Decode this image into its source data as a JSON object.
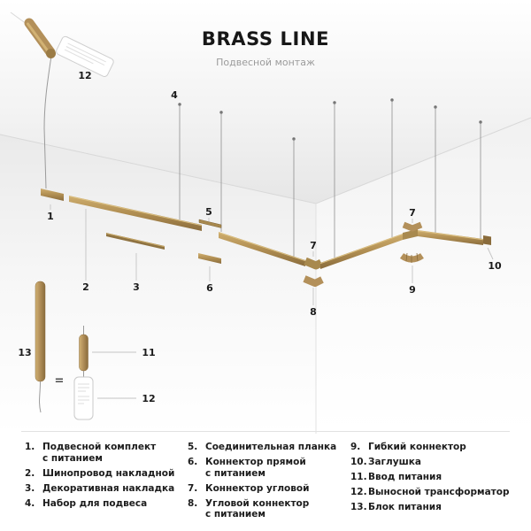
{
  "header": {
    "title": "BRASS LINE",
    "subtitle": "Подвесной монтаж"
  },
  "diagram": {
    "callouts": {
      "1": "1",
      "2": "2",
      "3": "3",
      "4": "4",
      "5": "5",
      "6": "6",
      "7": "7",
      "8": "8",
      "9": "9",
      "10": "10",
      "11": "11",
      "12": "12",
      "13": "13"
    },
    "equals": "=",
    "colors": {
      "brass": "#b3905a",
      "brass_light": "#d2b274",
      "brass_dark": "#8a6c3c",
      "ceiling": "#e6e6e6",
      "wall_edge": "#d8d8d8",
      "wire": "#8f8f8f",
      "leader": "#c4c4c4",
      "label": "#1a1a1a"
    }
  },
  "legend": {
    "columns": [
      {
        "items": [
          {
            "num": "1.",
            "line1": "Подвесной комплект",
            "line2": "с питанием"
          },
          {
            "num": "2.",
            "line1": "Шинопровод накладной",
            "line2": ""
          },
          {
            "num": "3.",
            "line1": "Декоративная накладка",
            "line2": ""
          },
          {
            "num": "4.",
            "line1": "Набор для подвеса",
            "line2": ""
          }
        ]
      },
      {
        "items": [
          {
            "num": "5.",
            "line1": "Соединительная планка",
            "line2": ""
          },
          {
            "num": "6.",
            "line1": "Коннектор прямой",
            "line2": "с питанием"
          },
          {
            "num": "7.",
            "line1": "Коннектор угловой",
            "line2": ""
          },
          {
            "num": "8.",
            "line1": "Угловой коннектор",
            "line2": "с питанием"
          }
        ]
      },
      {
        "items": [
          {
            "num": "9.",
            "line1": "Гибкий коннектор",
            "line2": ""
          },
          {
            "num": "10.",
            "line1": "Заглушка",
            "line2": ""
          },
          {
            "num": "11.",
            "line1": "Ввод питания",
            "line2": ""
          },
          {
            "num": "12.",
            "line1": "Выносной трансформатор",
            "line2": ""
          },
          {
            "num": "13.",
            "line1": "Блок питания",
            "line2": ""
          }
        ]
      }
    ]
  }
}
